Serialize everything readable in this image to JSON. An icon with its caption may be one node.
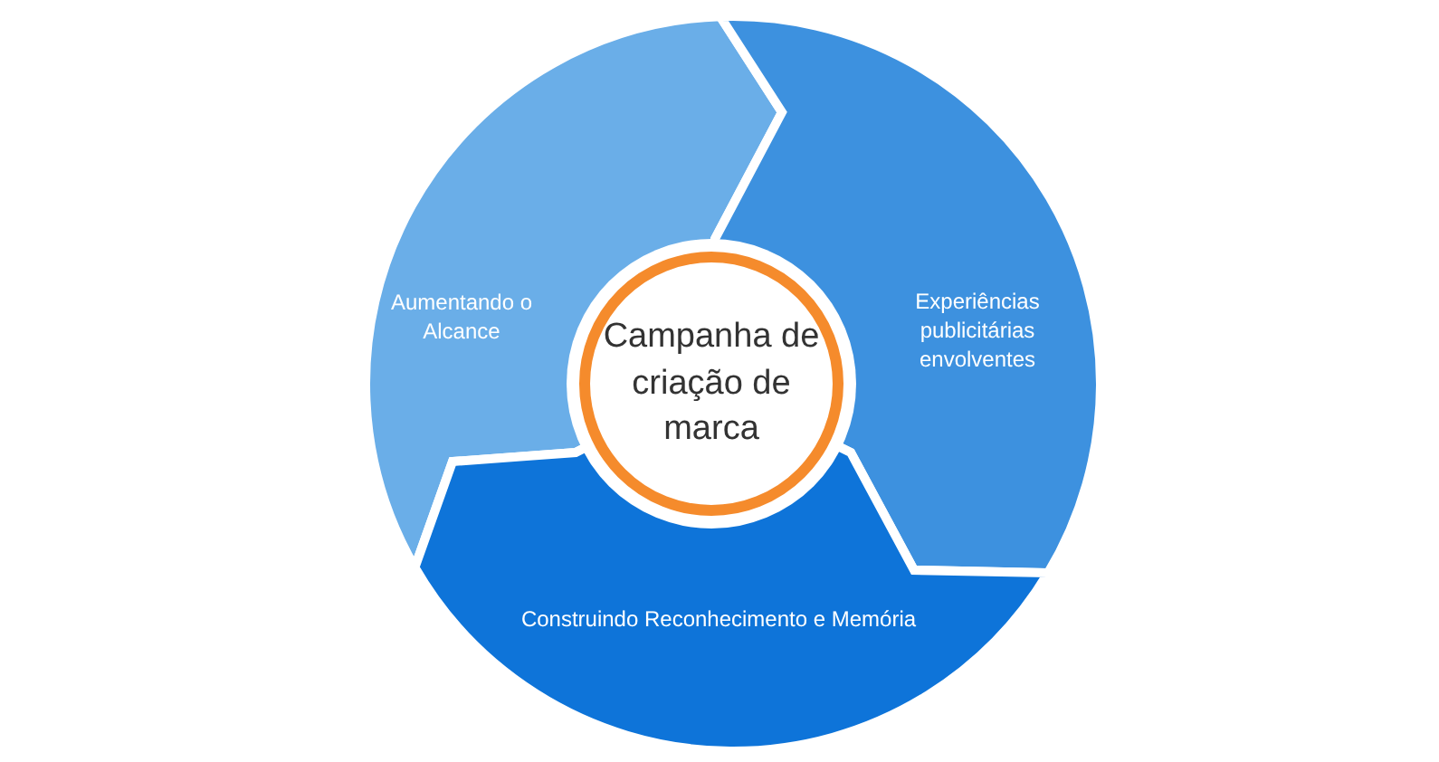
{
  "diagram": {
    "nodes": [
      {
        "text": [
          "Aumentando o Alcance"
        ]
      },
      {
        "text": [
          "Experiências publicitárias envolventes"
        ]
      },
      {
        "text": [
          "Campanha de criação de marca"
        ]
      },
      {
        "text": [
          "Construindo Reconhecimento e Memória"
        ]
      }
    ]
  }
}
